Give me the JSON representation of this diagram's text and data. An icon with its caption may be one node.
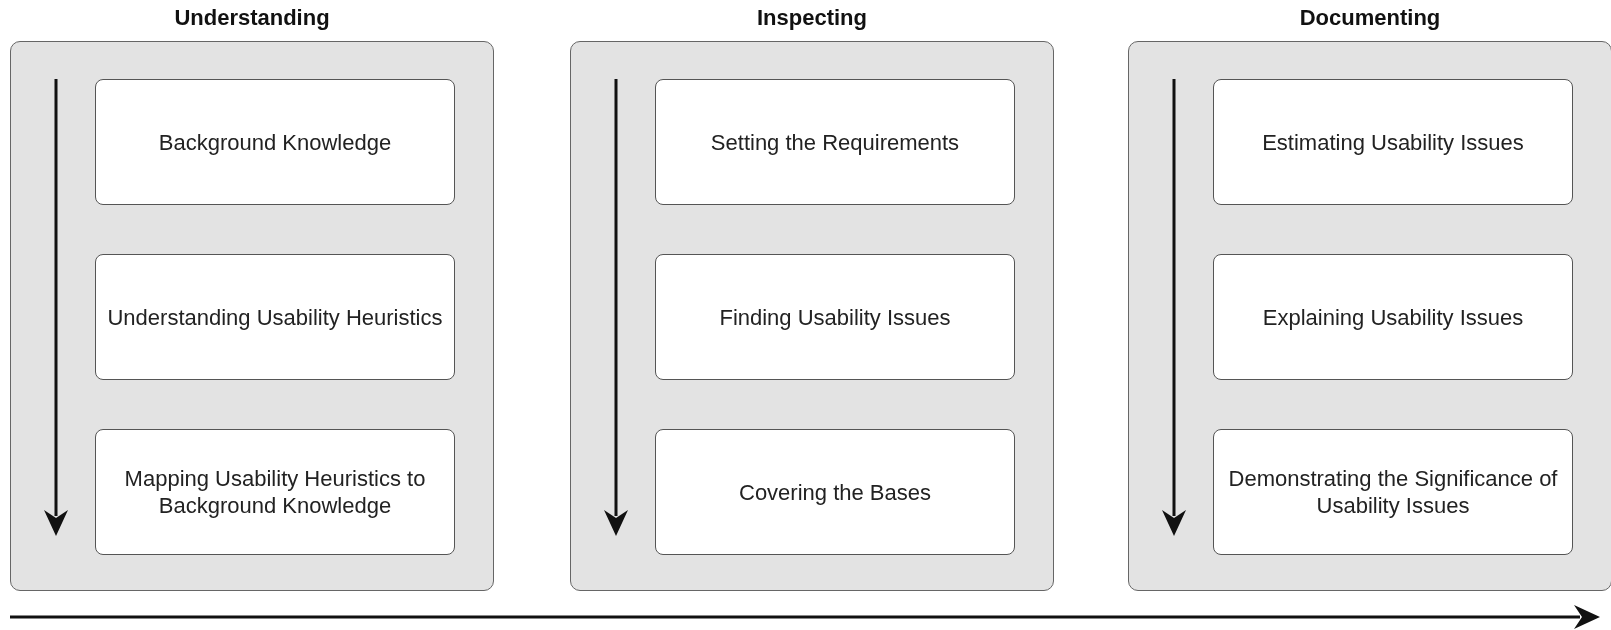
{
  "diagram": {
    "nodes": [
      {
        "text": [
          "Understanding"
        ]
      },
      {
        "text": [
          "Background Knowledge"
        ],
        "in": 0
      },
      {
        "text": [
          "Understanding Usability Heuristics"
        ],
        "in": 0
      },
      {
        "text": [
          "Mapping Usability Heuristics to Background Knowledge"
        ],
        "in": 0
      },
      {
        "text": [
          "Inspecting"
        ]
      },
      {
        "text": [
          "Setting the Requirements"
        ],
        "in": 4
      },
      {
        "text": [
          "Finding Usability Issues"
        ],
        "in": 4
      },
      {
        "text": [
          "Covering the Bases"
        ],
        "in": 4
      },
      {
        "text": [
          "Documenting"
        ]
      },
      {
        "text": [
          "Estimating Usability Issues"
        ],
        "in": 8
      },
      {
        "text": [
          "Explaining Usability Issues"
        ],
        "in": 8
      },
      {
        "text": [
          "Demonstrating the Significance of Usability Issues"
        ],
        "in": 8
      }
    ]
  }
}
